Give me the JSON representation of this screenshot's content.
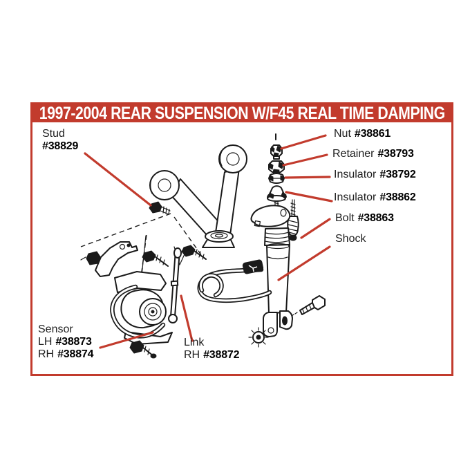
{
  "title_banner": "1997-2004 REAR SUSPENSION W/F45 REAL TIME DAMPING",
  "colors": {
    "accent_red": "#C23B2D",
    "line_black": "#1A1A1A",
    "background": "#FFFFFF",
    "banner_text": "#FFFFFF"
  },
  "callouts": {
    "stud": {
      "name": "Stud",
      "number": "#38829"
    },
    "nut": {
      "name": "Nut",
      "number": "#38861"
    },
    "retainer": {
      "name": "Retainer",
      "number": "#38793"
    },
    "insulator_upper": {
      "name": "Insulator",
      "number": "#38792"
    },
    "insulator_lower": {
      "name": "Insulator",
      "number": "#38862"
    },
    "bolt": {
      "name": "Bolt",
      "number": "#38863"
    },
    "shock": {
      "name": "Shock"
    },
    "sensor": {
      "name": "Sensor",
      "lh_label": "LH",
      "lh_number": "#38873",
      "rh_label": "RH",
      "rh_number": "#38874"
    },
    "link": {
      "name": "Link",
      "rh_label": "RH",
      "rh_number": "#38872"
    }
  }
}
